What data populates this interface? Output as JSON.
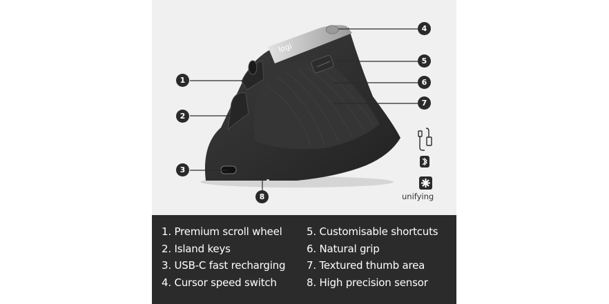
{
  "brand": {
    "logo_text": "logi"
  },
  "callouts": [
    "1",
    "2",
    "3",
    "4",
    "5",
    "6",
    "7",
    "8"
  ],
  "connectivity": {
    "icons": [
      "usb-c-cable-icon",
      "bluetooth-icon",
      "unifying-receiver-icon"
    ],
    "unifying_label": "unifying"
  },
  "features": {
    "left": [
      "1. Premium scroll wheel",
      "2. Island keys",
      "3. USB-C fast recharging",
      "4. Cursor speed switch"
    ],
    "right": [
      "5. Customisable shortcuts",
      "6. Natural grip",
      "7. Textured thumb area",
      "8. High precision sensor"
    ]
  },
  "colors": {
    "panel_bg": "#f0f0f0",
    "caption_bg": "#2b2b2b",
    "mouse_body": "#2e2e2e",
    "accent_silver": "#b9b9b9",
    "callout_bg": "#2a2a2a"
  }
}
